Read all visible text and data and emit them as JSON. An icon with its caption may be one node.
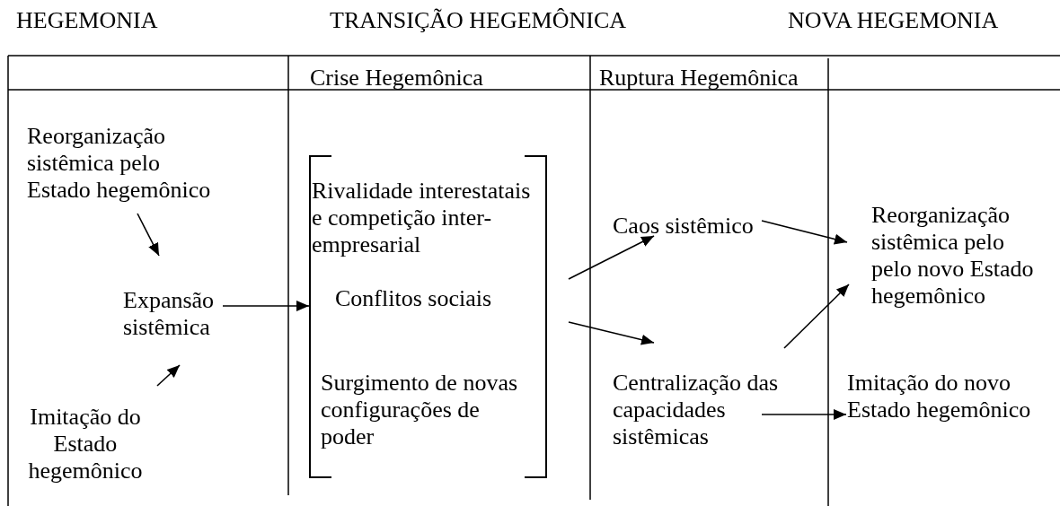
{
  "diagram": {
    "nodes": [
      {
        "text": [
          "Reorganização sistêmica pelo Estado hegemônico"
        ]
      },
      {
        "text": [
          "Expansão sistêmica"
        ]
      },
      {
        "text": [
          "Imitação do Estado hegemônico"
        ]
      },
      {
        "text": [],
        "shape": "bracket"
      },
      {
        "text": [
          "Rivalidade interestatais e competição inter-empresarial"
        ],
        "in": 3
      },
      {
        "text": [
          "Conflitos sociais"
        ],
        "in": 3
      },
      {
        "text": [
          "Surgimento de novas configurações de poder"
        ],
        "in": 3
      },
      {
        "text": [
          "Caos sistêmico"
        ]
      },
      {
        "text": [
          "Centralização das capacidades sistêmicas"
        ]
      },
      {
        "text": [
          "Reorganização sistêmica pelo pelo novo Estado hegemônico"
        ]
      },
      {
        "text": [
          "Imitação do novo Estado hegemônico"
        ]
      }
    ],
    "edges": [
      {
        "from": 0,
        "to": 1,
        "arrow": "to"
      },
      {
        "from": 2,
        "to": 1,
        "arrow": "to"
      },
      {
        "from": 1,
        "to": 3,
        "arrow": "to"
      },
      {
        "from": 3,
        "to": 7,
        "arrow": "to"
      },
      {
        "from": 3,
        "to": 8,
        "arrow": "to"
      },
      {
        "from": 7,
        "to": 9,
        "arrow": "to"
      },
      {
        "from": 8,
        "to": 9,
        "arrow": "to"
      },
      {
        "from": 8,
        "to": 10,
        "arrow": "to"
      }
    ],
    "labels": [
      "HEGEMONIA",
      "TRANSIÇÃO HEGEMÔNICA",
      "NOVA HEGEMONIA",
      "Crise Hegemônica",
      "Ruptura Hegemônica"
    ]
  }
}
